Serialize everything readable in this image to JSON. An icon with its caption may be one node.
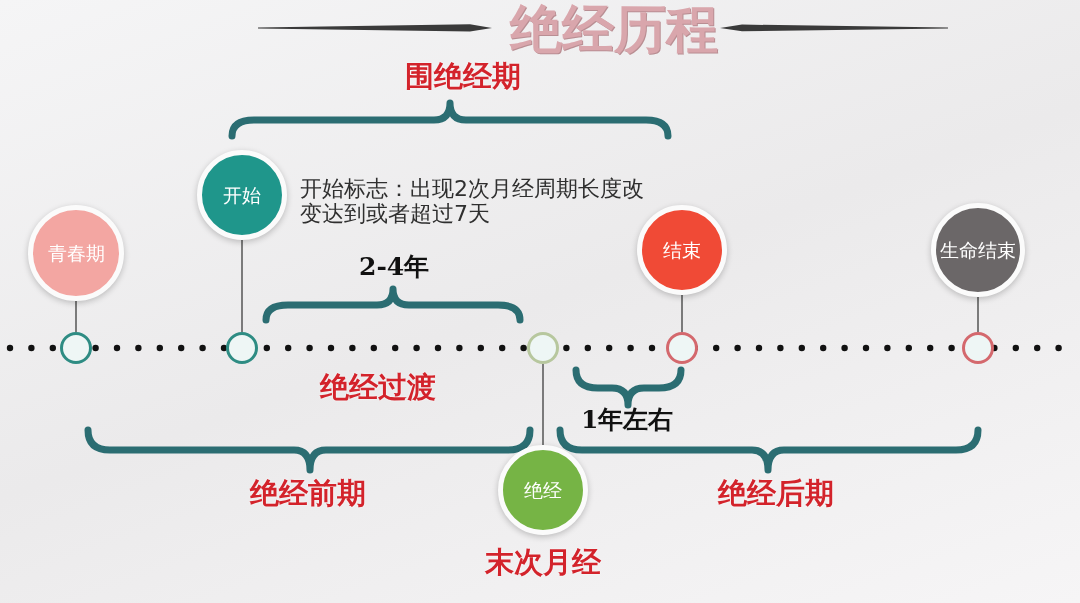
{
  "diagram": {
    "title": "绝经历程",
    "nodes": [
      {
        "text": [
          "青春期"
        ]
      },
      {
        "text": [
          "开始"
        ],
        "beside": [
          "开始标志：出现2次月经周期长度改变达到或者超过7天"
        ]
      },
      {
        "text": [
          "结束"
        ]
      },
      {
        "text": [
          "生命结束"
        ]
      },
      {
        "text": [
          "绝经"
        ],
        "beside": [
          "末次月经"
        ]
      },
      {
        "text": [],
        "shape": "circle"
      },
      {
        "text": [],
        "shape": "circle"
      },
      {
        "text": [],
        "shape": "circle"
      },
      {
        "text": [],
        "shape": "circle"
      },
      {
        "text": [],
        "shape": "circle"
      }
    ],
    "edges": [
      {
        "from": 0,
        "to": 5,
        "arrow": "none"
      },
      {
        "from": 1,
        "to": 6,
        "arrow": "none"
      },
      {
        "from": 7,
        "to": 4,
        "arrow": "none"
      },
      {
        "from": 2,
        "to": 8,
        "arrow": "none"
      },
      {
        "from": 3,
        "to": 9,
        "arrow": "none"
      }
    ],
    "labels": [
      "围绝经期",
      "2-4年",
      "绝经过渡",
      "1年左右",
      "绝经前期",
      "绝经后期"
    ]
  }
}
